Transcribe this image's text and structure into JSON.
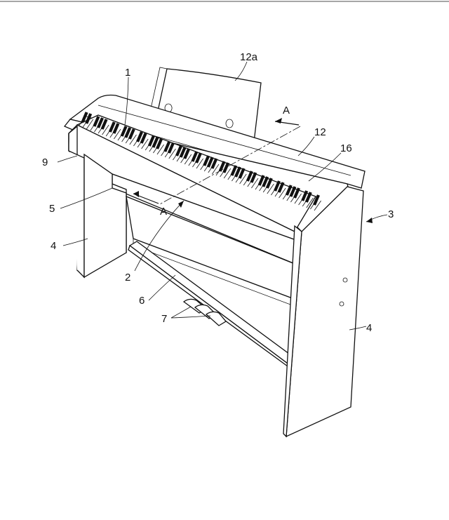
{
  "labels": {
    "l12a": "12a",
    "l1": "1",
    "lA_top": "A",
    "l12": "12",
    "l16": "16",
    "l9": "9",
    "l3": "3",
    "l5": "5",
    "lA_bottom": "A",
    "l4_left": "4",
    "l2": "2",
    "l6": "6",
    "l7": "7",
    "l4_right": "4"
  }
}
